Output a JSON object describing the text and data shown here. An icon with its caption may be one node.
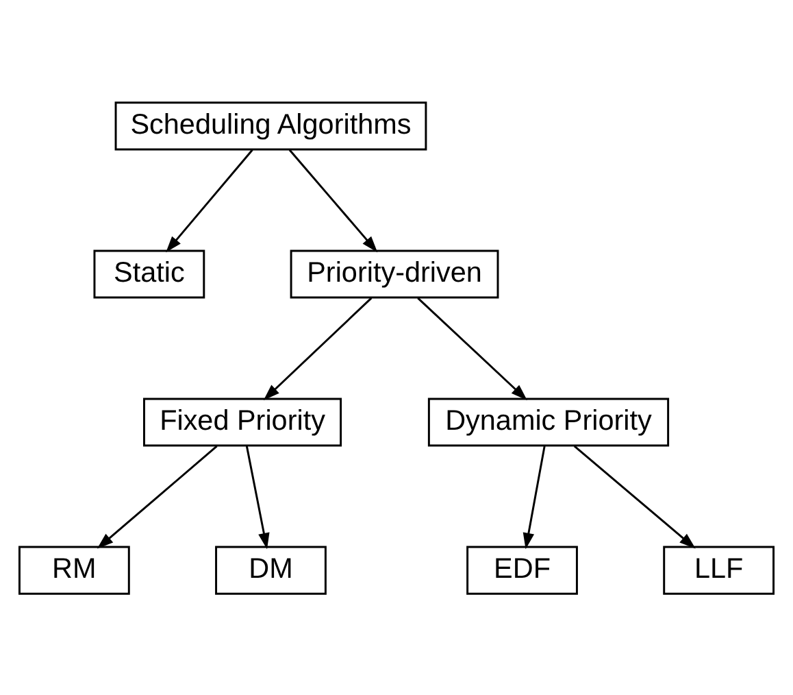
{
  "diagram": {
    "nodes": [
      {
        "text": [
          "Scheduling Algorithms"
        ]
      },
      {
        "text": [
          "Static"
        ]
      },
      {
        "text": [
          "Priority-driven"
        ]
      },
      {
        "text": [
          "Fixed Priority"
        ]
      },
      {
        "text": [
          "Dynamic Priority"
        ]
      },
      {
        "text": [
          "RM"
        ]
      },
      {
        "text": [
          "DM"
        ]
      },
      {
        "text": [
          "EDF"
        ]
      },
      {
        "text": [
          "LLF"
        ]
      }
    ],
    "edges": [
      {
        "from": 0,
        "to": 1,
        "arrow": "to"
      },
      {
        "from": 0,
        "to": 2,
        "arrow": "to"
      },
      {
        "from": 2,
        "to": 3,
        "arrow": "to"
      },
      {
        "from": 2,
        "to": 4,
        "arrow": "to"
      },
      {
        "from": 3,
        "to": 5,
        "arrow": "to"
      },
      {
        "from": 3,
        "to": 6,
        "arrow": "to"
      },
      {
        "from": 4,
        "to": 7,
        "arrow": "to"
      },
      {
        "from": 4,
        "to": 8,
        "arrow": "to"
      }
    ]
  }
}
